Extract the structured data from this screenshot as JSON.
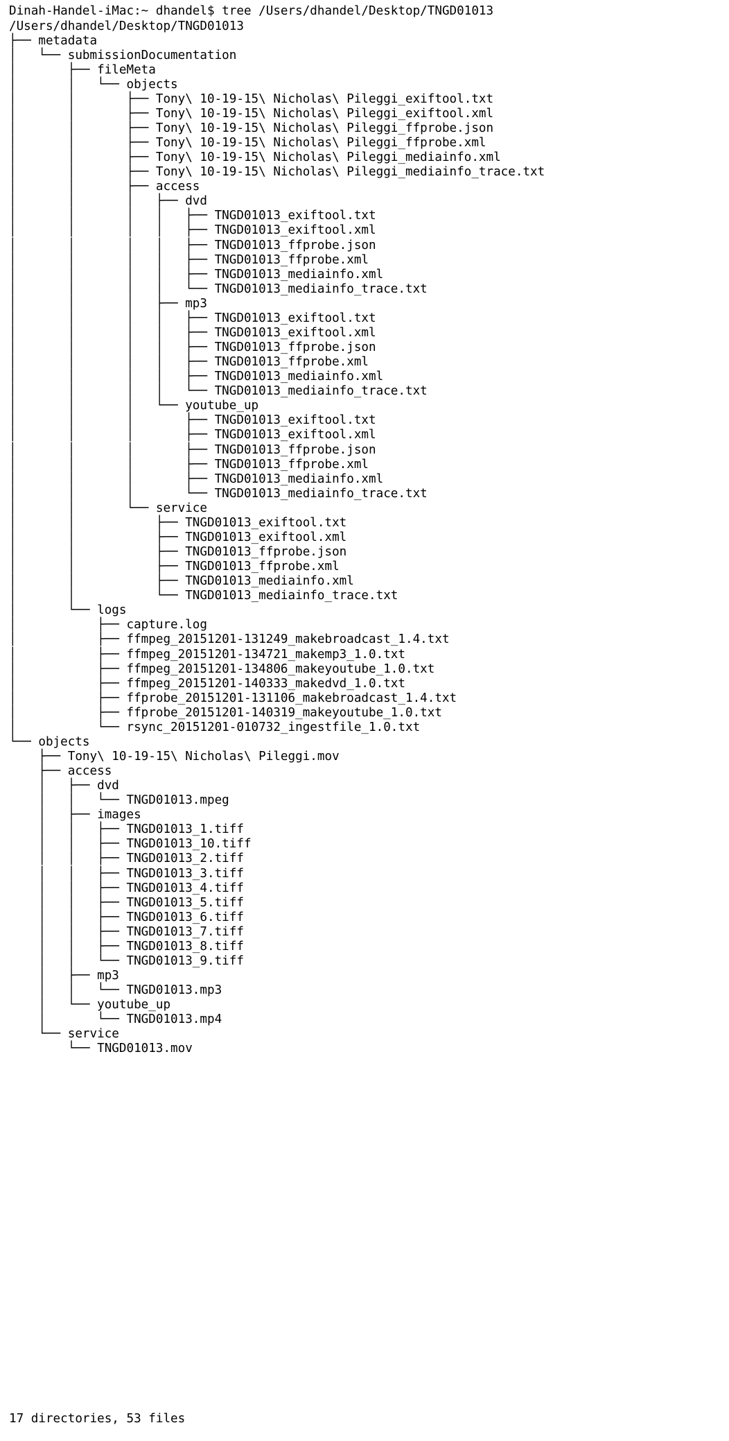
{
  "terminal": {
    "prompt": "Dinah-Handel-iMac:~ dhandel$ tree /Users/dhandel/Desktop/TNGD01013",
    "lines": [
      "/Users/dhandel/Desktop/TNGD01013",
      "├── metadata",
      "│   └── submissionDocumentation",
      "│       ├── fileMeta",
      "│       │   └── objects",
      "│       │       ├── Tony\\ 10-19-15\\ Nicholas\\ Pileggi_exiftool.txt",
      "│       │       ├── Tony\\ 10-19-15\\ Nicholas\\ Pileggi_exiftool.xml",
      "│       │       ├── Tony\\ 10-19-15\\ Nicholas\\ Pileggi_ffprobe.json",
      "│       │       ├── Tony\\ 10-19-15\\ Nicholas\\ Pileggi_ffprobe.xml",
      "│       │       ├── Tony\\ 10-19-15\\ Nicholas\\ Pileggi_mediainfo.xml",
      "│       │       ├── Tony\\ 10-19-15\\ Nicholas\\ Pileggi_mediainfo_trace.txt",
      "│       │       ├── access",
      "│       │       │   ├── dvd",
      "│       │       │   │   ├── TNGD01013_exiftool.txt",
      "│       │       │   │   ├── TNGD01013_exiftool.xml",
      "│       │       │   │   ├── TNGD01013_ffprobe.json",
      "│       │       │   │   ├── TNGD01013_ffprobe.xml",
      "│       │       │   │   ├── TNGD01013_mediainfo.xml",
      "│       │       │   │   └── TNGD01013_mediainfo_trace.txt",
      "│       │       │   ├── mp3",
      "│       │       │   │   ├── TNGD01013_exiftool.txt",
      "│       │       │   │   ├── TNGD01013_exiftool.xml",
      "│       │       │   │   ├── TNGD01013_ffprobe.json",
      "│       │       │   │   ├── TNGD01013_ffprobe.xml",
      "│       │       │   │   ├── TNGD01013_mediainfo.xml",
      "│       │       │   │   └── TNGD01013_mediainfo_trace.txt",
      "│       │       │   └── youtube_up",
      "│       │       │       ├── TNGD01013_exiftool.txt",
      "│       │       │       ├── TNGD01013_exiftool.xml",
      "│       │       │       ├── TNGD01013_ffprobe.json",
      "│       │       │       ├── TNGD01013_ffprobe.xml",
      "│       │       │       ├── TNGD01013_mediainfo.xml",
      "│       │       │       └── TNGD01013_mediainfo_trace.txt",
      "│       │       └── service",
      "│       │           ├── TNGD01013_exiftool.txt",
      "│       │           ├── TNGD01013_exiftool.xml",
      "│       │           ├── TNGD01013_ffprobe.json",
      "│       │           ├── TNGD01013_ffprobe.xml",
      "│       │           ├── TNGD01013_mediainfo.xml",
      "│       │           └── TNGD01013_mediainfo_trace.txt",
      "│       └── logs",
      "│           ├── capture.log",
      "│           ├── ffmpeg_20151201-131249_makebroadcast_1.4.txt",
      "│           ├── ffmpeg_20151201-134721_makemp3_1.0.txt",
      "│           ├── ffmpeg_20151201-134806_makeyoutube_1.0.txt",
      "│           ├── ffmpeg_20151201-140333_makedvd_1.0.txt",
      "│           ├── ffprobe_20151201-131106_makebroadcast_1.4.txt",
      "│           ├── ffprobe_20151201-140319_makeyoutube_1.0.txt",
      "│           └── rsync_20151201-010732_ingestfile_1.0.txt",
      "└── objects",
      "    ├── Tony\\ 10-19-15\\ Nicholas\\ Pileggi.mov",
      "    ├── access",
      "    │   ├── dvd",
      "    │   │   └── TNGD01013.mpeg",
      "    │   ├── images",
      "    │   │   ├── TNGD01013_1.tiff",
      "    │   │   ├── TNGD01013_10.tiff",
      "    │   │   ├── TNGD01013_2.tiff",
      "    │   │   ├── TNGD01013_3.tiff",
      "    │   │   ├── TNGD01013_4.tiff",
      "    │   │   ├── TNGD01013_5.tiff",
      "    │   │   ├── TNGD01013_6.tiff",
      "    │   │   ├── TNGD01013_7.tiff",
      "    │   │   ├── TNGD01013_8.tiff",
      "    │   │   └── TNGD01013_9.tiff",
      "    │   ├── mp3",
      "    │   │   └── TNGD01013.mp3",
      "    │   └── youtube_up",
      "    │       └── TNGD01013.mp4",
      "    └── service",
      "        └── TNGD01013.mov"
    ],
    "summary": "17 directories, 53 files"
  }
}
